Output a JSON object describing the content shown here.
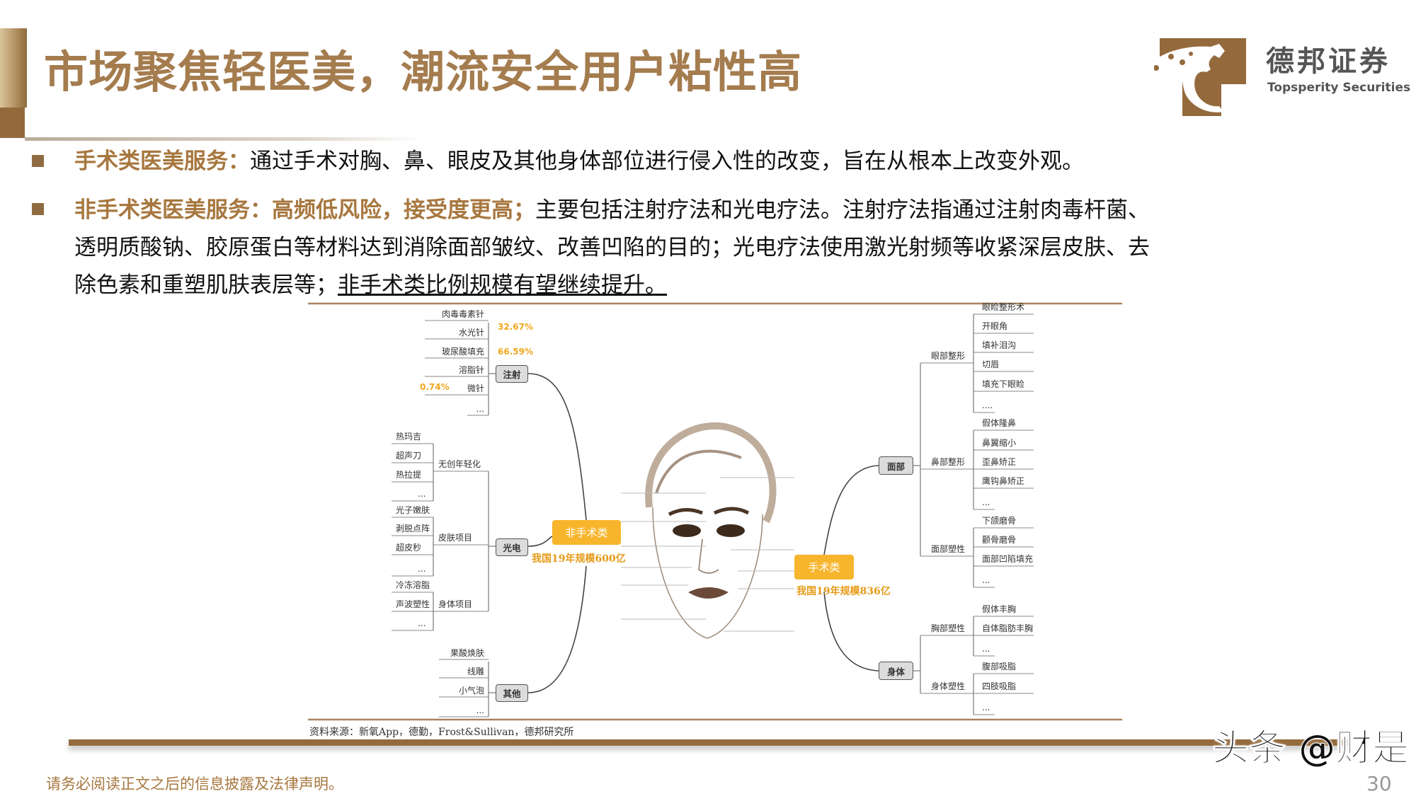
{
  "header": {
    "title": "市场聚焦轻医美，潮流安全用户粘性高",
    "logo_cn": "德邦证券",
    "logo_en": "Topsperity Securities",
    "brand_color": "#a47c4e"
  },
  "bullets": [
    {
      "highlight": "手术类医美服务：",
      "text": "通过手术对胸、鼻、眼皮及其他身体部位进行侵入性的改变，旨在从根本上改变外观。"
    },
    {
      "highlight": "非手术类医美服务：高频低风险，接受度更高；",
      "text": "主要包括注射疗法和光电疗法。注射疗法指通过注射肉毒杆菌、",
      "line2": "透明质酸钠、胶原蛋白等材料达到消除面部皱纹、改善凹陷的目的；光电疗法使用激光射频等收紧深层皮肤、去",
      "line3": "除色素和重塑肌肤表层等；",
      "line3_underlined": "非手术类比例规模有望继续提升。"
    }
  ],
  "mindmap": {
    "non_surgical": {
      "label": "非手术类",
      "market": "我国19年规模600亿",
      "injection": {
        "label": "注射",
        "items": [
          "肉毒毒素针",
          "水光针",
          "玻尿酸填充",
          "溶脂针",
          "微针",
          "..."
        ],
        "percents": [
          "32.67%",
          "66.59%",
          "0.74%"
        ]
      },
      "photo": {
        "label": "光电",
        "groups": [
          {
            "label": "无创年轻化",
            "items": [
              "热玛吉",
              "超声刀",
              "热拉提",
              "..."
            ]
          },
          {
            "label": "皮肤项目",
            "items": [
              "光子嫩肤",
              "剥脱点阵",
              "超皮秒",
              "..."
            ]
          },
          {
            "label": "身体项目",
            "items": [
              "冷冻溶脂",
              "声波塑性",
              "..."
            ]
          }
        ]
      },
      "other": {
        "label": "其他",
        "items": [
          "果酸焕肤",
          "线雕",
          "小气泡",
          "..."
        ]
      }
    },
    "surgical": {
      "label": "手术类",
      "market": "我国19年规模836亿",
      "face": {
        "label": "面部",
        "groups": [
          {
            "label": "眼部整形",
            "items": [
              "眼睑整形术",
              "开眼角",
              "填补泪沟",
              "切眉",
              "填充下眼睑",
              "...."
            ]
          },
          {
            "label": "鼻部整形",
            "items": [
              "假体隆鼻",
              "鼻翼缩小",
              "歪鼻矫正",
              "鹰钩鼻矫正",
              "..."
            ]
          },
          {
            "label": "面部塑性",
            "items": [
              "下颌磨骨",
              "颧骨磨骨",
              "面部凹陷填充",
              "..."
            ]
          }
        ]
      },
      "body": {
        "label": "身体",
        "groups": [
          {
            "label": "胸部塑性",
            "items": [
              "假体丰胸",
              "自体脂肪丰胸",
              "..."
            ]
          },
          {
            "label": "身体塑性",
            "items": [
              "腹部吸脂",
              "四肢吸脂",
              "..."
            ]
          }
        ]
      }
    }
  },
  "source": "资料来源：新氧App，德勤，Frost&Sullivan，德邦研究所",
  "footer": "请务必阅读正文之后的信息披露及法律声明。",
  "page_number": "30",
  "watermark": "头条 @财是"
}
